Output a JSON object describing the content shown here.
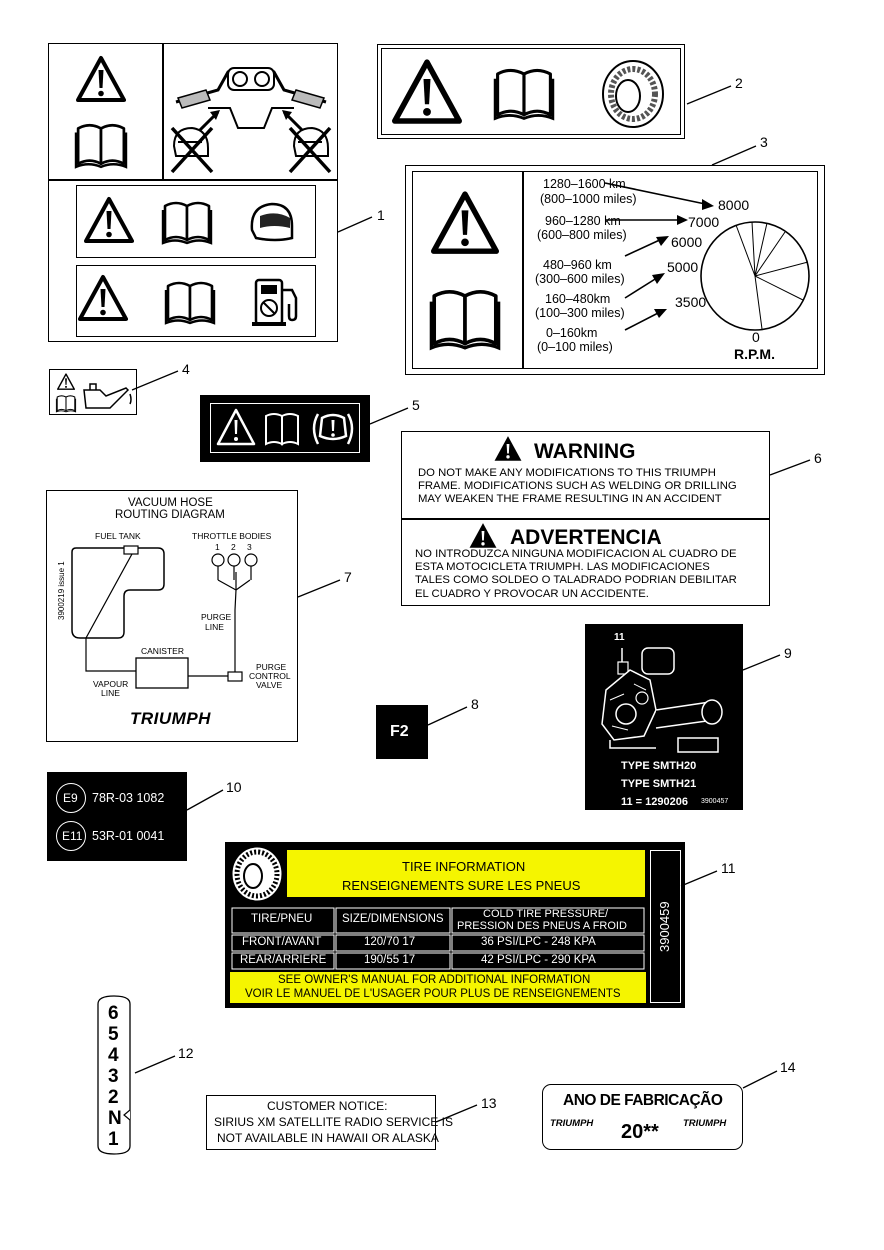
{
  "callouts": [
    "1",
    "2",
    "3",
    "4",
    "5",
    "6",
    "7",
    "8",
    "9",
    "10",
    "11",
    "12",
    "13",
    "14"
  ],
  "label_3": {
    "ranges": [
      {
        "km": "1280–1600 km",
        "miles": "(800–1000 miles)",
        "rpm": "8000"
      },
      {
        "km": "960–1280 km",
        "miles": "(600–800 miles)",
        "rpm": "7000"
      },
      {
        "km": "480–960 km",
        "miles": "(300–600 miles)",
        "rpm": "6000"
      },
      {
        "km": "160–480km",
        "miles": "(100–300 miles)",
        "rpm": "5000"
      },
      {
        "km": "0–160km",
        "miles": "(0–100 miles)",
        "rpm": "3500"
      }
    ],
    "rpm_zero": "0",
    "rpm_label": "R.P.M."
  },
  "label_6": {
    "warning_title": "WARNING",
    "warning_lines": [
      "DO  NOT MAKE ANY MODIFICATIONS TO THIS TRIUMPH",
      "FRAME.  MODIFICATIONS SUCH AS WELDING OR DRILLING",
      "MAY WEAKEN THE FRAME RESULTING IN AN ACCIDENT"
    ],
    "advertencia_title": "ADVERTENCIA",
    "advertencia_lines": [
      "NO INTRODUZCA NINGUNA MODIFICACION AL CUADRO DE",
      "ESTA MOTOCICLETA TRIUMPH.  LAS MODIFICACIONES",
      "TALES COMO SOLDEO O TALADRADO PODRIAN DEBILITAR",
      "EL CUADRO Y PROVOCAR UN ACCIDENTE."
    ]
  },
  "label_7": {
    "title_line1": "VACUUM HOSE",
    "title_line2": "ROUTING DIAGRAM",
    "fuel_tank": "FUEL TANK",
    "throttle_bodies": "THROTTLE BODIES",
    "tb_numbers": [
      "1",
      "2",
      "3"
    ],
    "purge_line_1": "PURGE",
    "purge_line_2": "LINE",
    "canister": "CANISTER",
    "vapour_1": "VAPOUR",
    "vapour_2": "LINE",
    "pcv_1": "PURGE",
    "pcv_2": "CONTROL",
    "pcv_3": "VALVE",
    "side_code": "3900219 issue 1",
    "brand": "TRIUMPH"
  },
  "label_8": {
    "text": "F2"
  },
  "label_9": {
    "marker": "11",
    "type_1": "TYPE SMTH20",
    "type_2": "TYPE SMTH21",
    "code_line": "11 = 1290206",
    "part_no": "3900457"
  },
  "label_10": {
    "rows": [
      {
        "circle": "E9",
        "code": "78R-03 1082"
      },
      {
        "circle": "E11",
        "code": "53R-01 0041"
      }
    ]
  },
  "label_11": {
    "title_1": "TIRE INFORMATION",
    "title_2": "RENSEIGNEMENTS SURE LES PNEUS",
    "headers": [
      "TIRE/PNEU",
      "SIZE/DIMENSIONS",
      "COLD TIRE PRESSURE/",
      "PRESSION DES PNEUS A FROID"
    ],
    "rows": [
      [
        "FRONT/AVANT",
        "120/70 17",
        "36 PSI/LPC - 248 KPA"
      ],
      [
        "REAR/ARRIERE",
        "190/55 17",
        "42 PSI/LPC - 290 KPA"
      ]
    ],
    "footer_1": "SEE OWNER'S MANUAL FOR ADDITIONAL INFORMATION",
    "footer_2": "VOIR LE MANUEL DE L'USAGER POUR PLUS DE RENSEIGNEMENTS",
    "side_code": "3900459",
    "yellow": "#f5f500"
  },
  "label_12": {
    "gears": [
      "6",
      "5",
      "4",
      "3",
      "2",
      "N",
      "1"
    ]
  },
  "label_13": {
    "lines": [
      "CUSTOMER NOTICE:",
      "SIRIUS XM SATELLITE RADIO SERVICE IS",
      "NOT AVAILABLE IN HAWAII OR ALASKA"
    ]
  },
  "label_14": {
    "title": "ANO DE FABRICAÇÃO",
    "brand_left": "TRIUMPH",
    "year": "20**",
    "brand_right": "TRIUMPH"
  }
}
